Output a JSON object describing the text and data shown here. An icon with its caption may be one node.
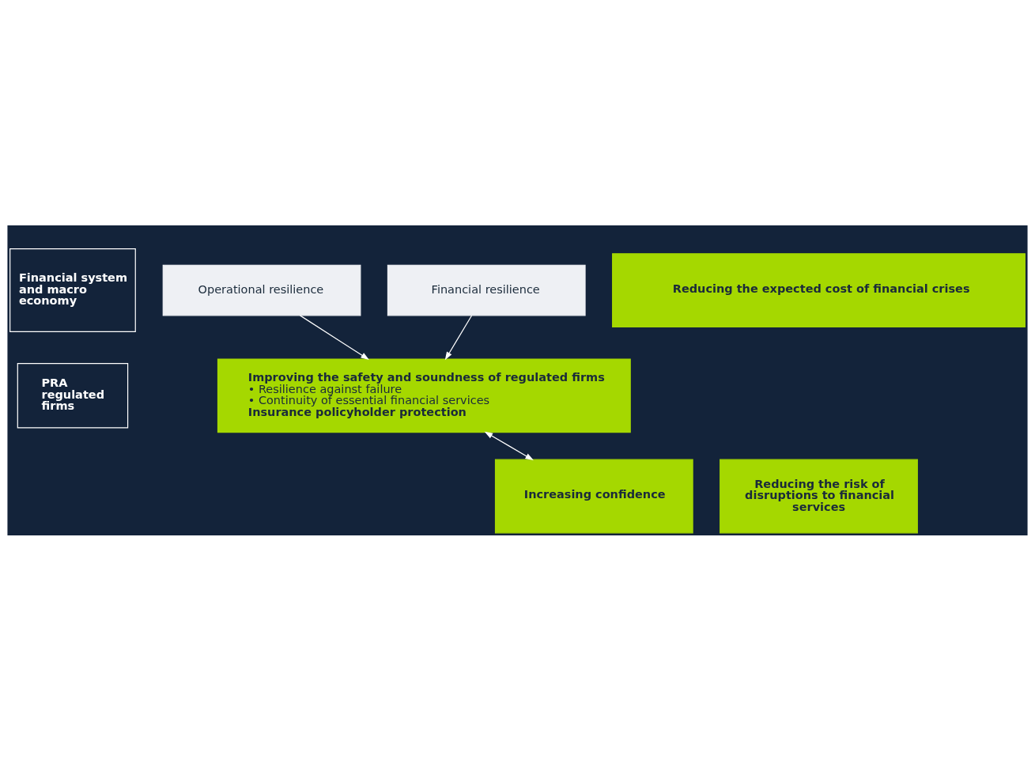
{
  "diagram": {
    "nodes": [
      {
        "text": [
          "Financial system and macro economy"
        ]
      },
      {
        "text": [
          "Reducing the expected cost of financial crises"
        ]
      },
      {
        "text": [
          "Increasing confidence"
        ]
      },
      {
        "text": [
          "Reducing the risk of disruptions to financial services"
        ]
      },
      {
        "text": [
          "PRA regulated firms"
        ]
      },
      {
        "text": [
          "Improving the safety and soundness of regulated firms",
          "• Resilience against failure",
          "• Continuity of essential financial services",
          "Insurance policyholder protection"
        ]
      },
      {
        "text": [
          "Financial resilience"
        ]
      },
      {
        "text": [
          "Operational resilience"
        ]
      }
    ],
    "edges": [
      {
        "from": 5,
        "to": 2,
        "arrow": "both"
      },
      {
        "from": 6,
        "to": 5,
        "arrow": "to"
      },
      {
        "from": 7,
        "to": 5,
        "arrow": "to"
      }
    ]
  }
}
